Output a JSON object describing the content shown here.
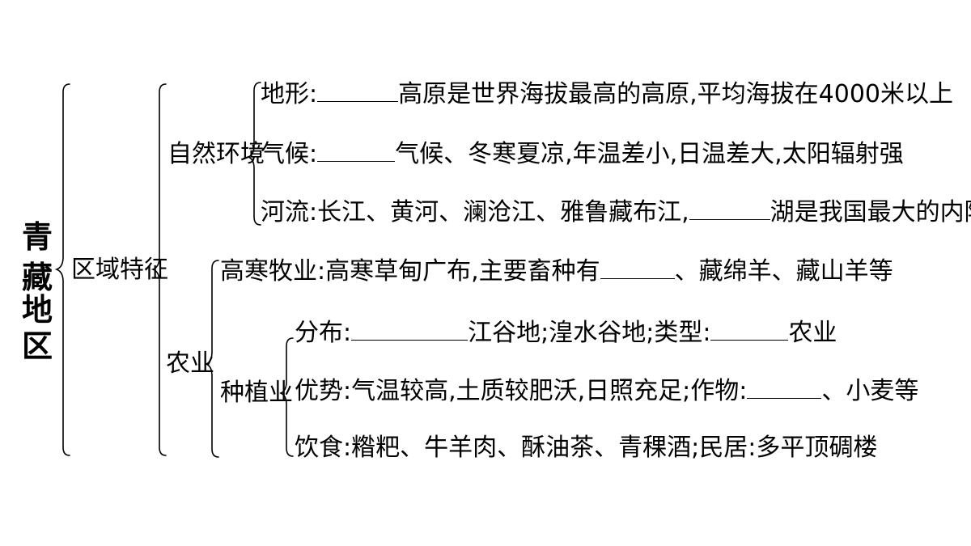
{
  "title_chars": [
    "青",
    "藏",
    "地",
    "区"
  ],
  "region_feature": "区域特征",
  "natural_env": "自然环境",
  "agriculture": "农业",
  "terrain": {
    "label": "地形:",
    "text": "高原是世界海拔最高的高原,平均海拔在4000米以上"
  },
  "climate": {
    "label": "气候:",
    "text": "气候、冬寒夏凉,年温差小,日温差大,太阳辐射强"
  },
  "rivers": {
    "label": "河流:",
    "text_before": "长江、黄河、澜沧江、雅鲁藏布江,",
    "text_after": "湖是我国最大的内陆咸水湖"
  },
  "pastoral": {
    "label": "高寒牧业:",
    "text_before": "高寒草甸广布,主要畜种有",
    "text_after": "、藏绵羊、藏山羊等"
  },
  "farming": "种植业",
  "distribution": {
    "label": "分布:",
    "text_mid": "江谷地;湟水谷地;类型:",
    "text_after": "农业"
  },
  "advantage": {
    "label": "优势:",
    "text_before": "气温较高,土质较肥沃,日照充足;作物:",
    "text_after": "、小麦等"
  },
  "diet": {
    "label": "饮食:",
    "text": "糌粑、牛羊肉、酥油茶、青稞酒;民居:多平顶碉楼"
  }
}
